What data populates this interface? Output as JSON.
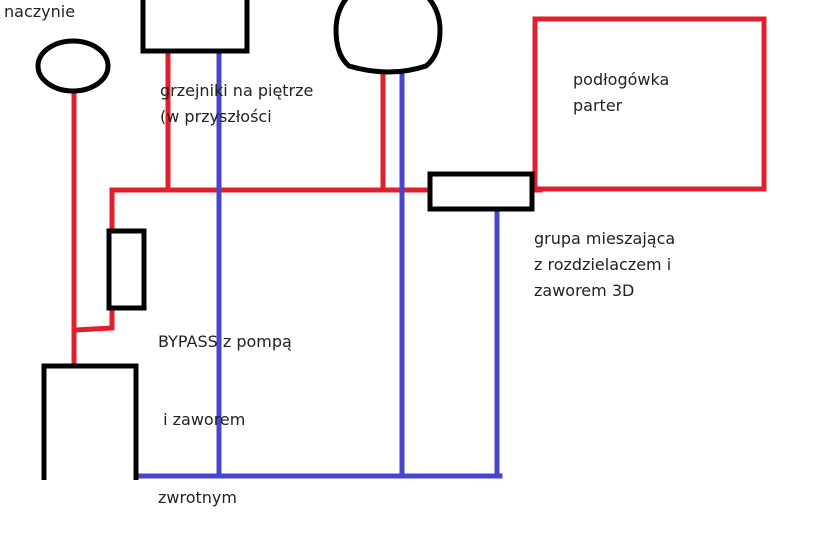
{
  "labels": {
    "naczynie": "naczynie",
    "grzejniki_line1": "grzejniki na piętrze",
    "grzejniki_line2": "(w przyszłości",
    "podlogowka_line1": "podłogówka",
    "podlogowka_line2": "parter",
    "grupa_line1": "grupa mieszająca",
    "grupa_line2": "z rozdzielaczem i",
    "grupa_line3": "zaworem 3D",
    "bypass_line1": "BYPASS z pompą",
    "bypass_line2": " i zaworem",
    "bypass_line3": "zwrotnym"
  },
  "colors": {
    "supply": "#e0202c",
    "return": "#4646c8",
    "outline": "#000000"
  }
}
